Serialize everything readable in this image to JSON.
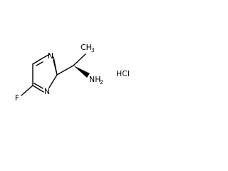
{
  "molecule": {
    "atoms": {
      "n_top": "N",
      "n_bottom": "N",
      "fluorine": "F",
      "amine": "NH",
      "amine_subscript": "2",
      "methyl": "CH",
      "methyl_subscript": "3",
      "salt": "HCl"
    },
    "stereo": "wedge",
    "colors": {
      "bonds": "#000000",
      "text": "#000000"
    }
  }
}
